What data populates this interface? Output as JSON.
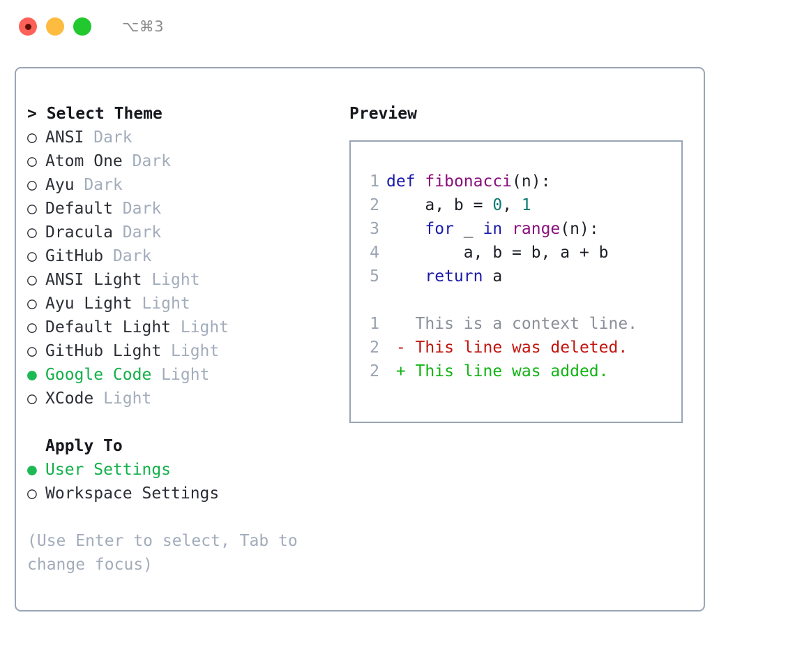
{
  "titlebar": {
    "lights": [
      {
        "name": "close",
        "color": "#fc6058",
        "recording": true
      },
      {
        "name": "minimize",
        "color": "#fdbc40",
        "recording": false
      },
      {
        "name": "zoom",
        "color": "#21c92f",
        "recording": false
      }
    ],
    "shortcut": "⌥⌘3"
  },
  "theme_picker": {
    "heading_prefix": "> ",
    "heading": "Select Theme",
    "marker_selected": "●",
    "marker_unselected": "○",
    "options": [
      {
        "label": "ANSI",
        "tag": "Dark",
        "selected": false
      },
      {
        "label": "Atom One",
        "tag": "Dark",
        "selected": false
      },
      {
        "label": "Ayu",
        "tag": "Dark",
        "selected": false
      },
      {
        "label": "Default",
        "tag": "Dark",
        "selected": false
      },
      {
        "label": "Dracula",
        "tag": "Dark",
        "selected": false
      },
      {
        "label": "GitHub",
        "tag": "Dark",
        "selected": false
      },
      {
        "label": "ANSI Light",
        "tag": "Light",
        "selected": false
      },
      {
        "label": "Ayu Light",
        "tag": "Light",
        "selected": false
      },
      {
        "label": "Default Light",
        "tag": "Light",
        "selected": false
      },
      {
        "label": "GitHub Light",
        "tag": "Light",
        "selected": false
      },
      {
        "label": "Google Code",
        "tag": "Light",
        "selected": true
      },
      {
        "label": "XCode",
        "tag": "Light",
        "selected": false
      }
    ]
  },
  "apply_to": {
    "heading": "Apply To",
    "options": [
      {
        "label": "User Settings",
        "selected": true
      },
      {
        "label": "Workspace Settings",
        "selected": false
      }
    ]
  },
  "hint": "(Use Enter to select, Tab to change focus)",
  "preview": {
    "title": "Preview",
    "code_lines": [
      {
        "no": "1",
        "tokens": [
          {
            "t": "def",
            "c": "kw"
          },
          {
            "t": " ",
            "c": "plain"
          },
          {
            "t": "fibonacci",
            "c": "fn"
          },
          {
            "t": "(n):",
            "c": "plain"
          }
        ]
      },
      {
        "no": "2",
        "tokens": [
          {
            "t": "    a, b = ",
            "c": "plain"
          },
          {
            "t": "0",
            "c": "num"
          },
          {
            "t": ", ",
            "c": "plain"
          },
          {
            "t": "1",
            "c": "num"
          }
        ]
      },
      {
        "no": "3",
        "tokens": [
          {
            "t": "    ",
            "c": "plain"
          },
          {
            "t": "for",
            "c": "kw"
          },
          {
            "t": " _ ",
            "c": "plain"
          },
          {
            "t": "in",
            "c": "kw"
          },
          {
            "t": " ",
            "c": "plain"
          },
          {
            "t": "range",
            "c": "fn"
          },
          {
            "t": "(n):",
            "c": "plain"
          }
        ]
      },
      {
        "no": "4",
        "tokens": [
          {
            "t": "        a, b = b, a + b",
            "c": "plain"
          }
        ]
      },
      {
        "no": "5",
        "tokens": [
          {
            "t": "    ",
            "c": "plain"
          },
          {
            "t": "return",
            "c": "kw"
          },
          {
            "t": " a",
            "c": "plain"
          }
        ]
      }
    ],
    "diff_lines": [
      {
        "no": "1",
        "text": "   This is a context line.",
        "kind": "ctx"
      },
      {
        "no": "2",
        "text": " - This line was deleted.",
        "kind": "del"
      },
      {
        "no": "2",
        "text": " + This line was added.",
        "kind": "add"
      }
    ]
  },
  "colors": {
    "border": "#9aa5b6",
    "accent_green": "#13b04a",
    "tag_gray": "#a2acbb",
    "keyword": "#1a1aa8",
    "function": "#8a0f7c",
    "number": "#0f7a72",
    "diff_deleted": "#c1140e",
    "diff_added": "#12b415",
    "line_number": "#9aa4b2"
  }
}
